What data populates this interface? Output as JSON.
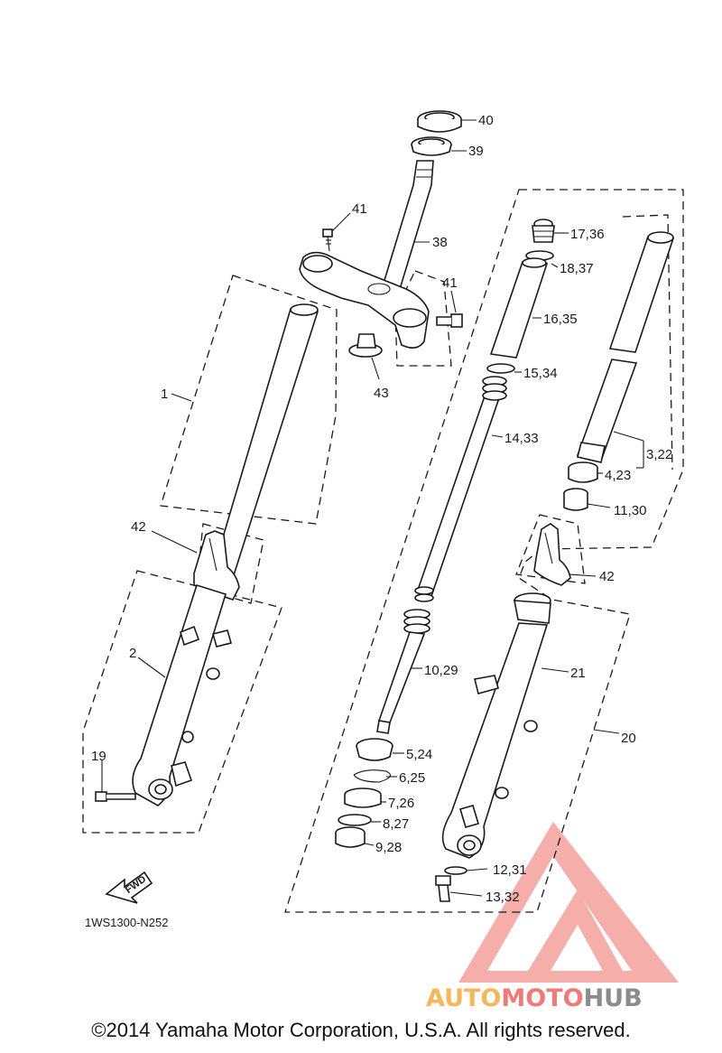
{
  "labels": {
    "p1": "1",
    "p2": "2",
    "p19": "19",
    "p40": "40",
    "p39": "39",
    "p41a": "41",
    "p38": "38",
    "p41b": "41",
    "p43": "43",
    "p42a": "42",
    "p1736": "17,36",
    "p1837": "18,37",
    "p1635": "16,35",
    "p1534": "15,34",
    "p1433": "14,33",
    "p322": "3,22",
    "p423": "4,23",
    "p1130": "11,30",
    "p42b": "42",
    "p1029": "10,29",
    "p21": "21",
    "p20": "20",
    "p524": "5,24",
    "p625": "6,25",
    "p726": "7,26",
    "p827": "8,27",
    "p928": "9,28",
    "p1231": "12,31",
    "p1332": "13,32"
  },
  "fwd_label": "FWD",
  "diagram_code": "1WS1300-N252",
  "watermark": {
    "part1": "AUTO",
    "part2": "MOTO",
    "part3": "HUB"
  },
  "copyright": "©2014 Yamaha Motor Corporation, U.S.A. All rights reserved.",
  "colors": {
    "watermark_orange": "#f6b65a",
    "watermark_red": "#f07a78",
    "watermark_gray": "#8c8c8c",
    "line": "#1a1a1a"
  }
}
